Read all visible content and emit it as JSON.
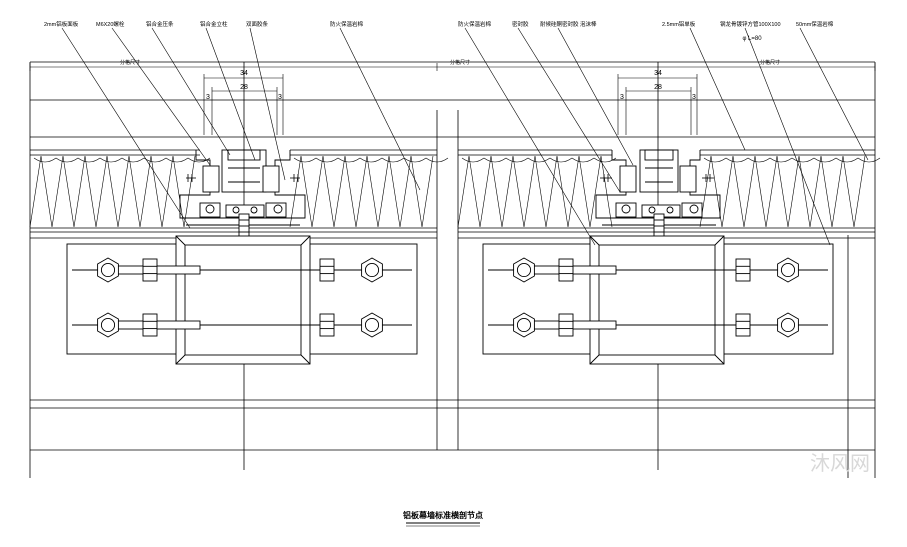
{
  "drawing": {
    "title": "铝板幕墙标准横剖节点",
    "colors": {
      "line": "#000000",
      "background": "#ffffff"
    },
    "leader_labels_left": [
      "2mm铝板面板",
      "M6X20螺栓",
      "铝合金压条",
      "铝合金立柱",
      "双面胶条",
      "防火保温岩棉"
    ],
    "leader_labels_right": [
      "防火保温岩棉",
      "密封胶",
      "耐候硅酮密封胶 泡沫棒",
      "2.5mm铝单板",
      "钢龙骨镀锌方管100X100",
      "50mm保温岩棉"
    ],
    "dimensions_left": {
      "overall_a": "分格尺寸",
      "overall_b": "分格尺寸",
      "joint": "34",
      "inner": "28",
      "gap_a": "3",
      "gap_b": "3"
    },
    "dimensions_right": {
      "overall": "分格尺寸",
      "joint": "34",
      "inner": "28",
      "gap_a": "3",
      "gap_b": "3"
    },
    "section_note": "φ L=80",
    "watermark": "沐风网"
  }
}
